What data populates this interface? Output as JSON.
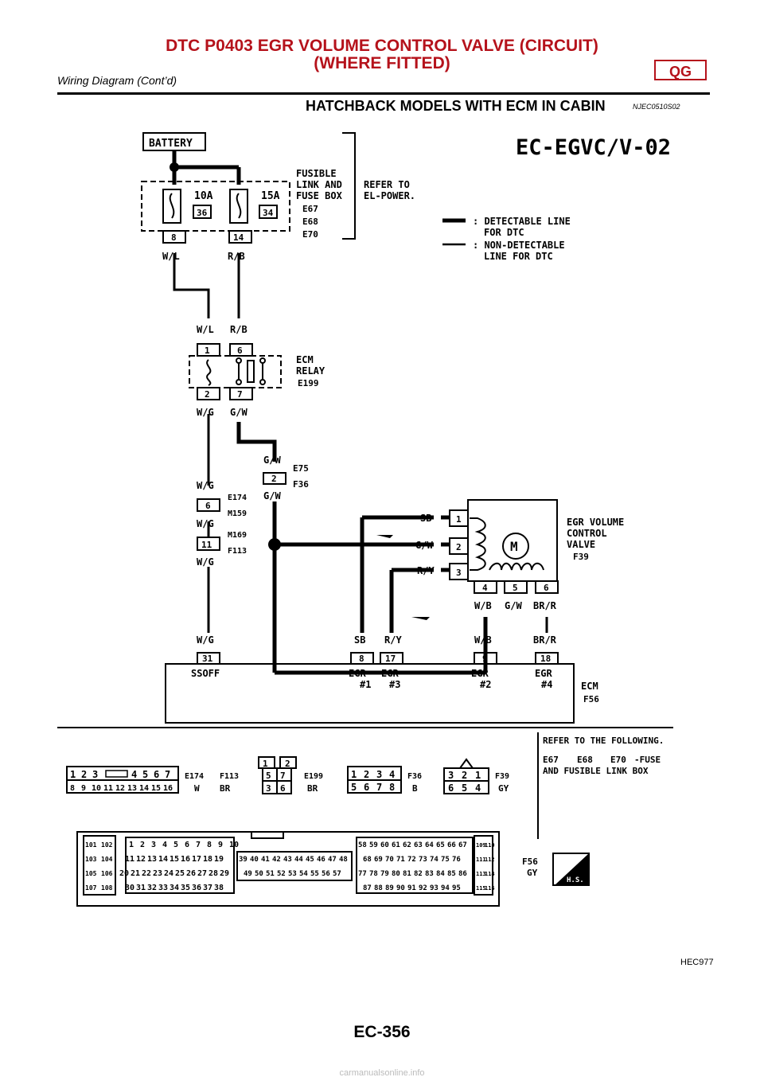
{
  "header": {
    "title_line1": "DTC P0403 EGR VOLUME CONTROL VALVE (CIRCUIT)",
    "title_line2": "(WHERE FITTED)",
    "subtitle": "Wiring Diagram (Cont’d)",
    "badge": "QG"
  },
  "section": {
    "title": "HATCHBACK MODELS WITH ECM IN CABIN",
    "code": "NJEC0510S02"
  },
  "diagram": {
    "code": "EC-EGVC/V-02",
    "battery": "BATTERY",
    "fuse_box_label": [
      "FUSIBLE",
      "LINK AND",
      "FUSE BOX"
    ],
    "fuse_a": "10A",
    "fuse_a_no": "36",
    "fuse_b": "15A",
    "fuse_b_no": "34",
    "fuse_box_conns": [
      "E67",
      "E68",
      "E70"
    ],
    "fuse_pin_a": "8",
    "fuse_pin_b": "14",
    "refer_to": [
      "REFER TO",
      "EL-POWER."
    ],
    "legend_detectable": [
      ": DETECTABLE LINE",
      "FOR DTC"
    ],
    "legend_non_detectable": [
      ": NON-DETECTABLE",
      "LINE FOR DTC"
    ],
    "wire_wl": "W/L",
    "wire_rb": "R/B",
    "wire_wg": "W/G",
    "wire_gw": "G/W",
    "wire_sb": "SB",
    "wire_ry": "R/Y",
    "wire_wb": "W/B",
    "wire_brr": "BR/R",
    "relay_label": [
      "ECM",
      "RELAY"
    ],
    "relay_conn": "E199",
    "relay_pins": [
      "1",
      "6",
      "2",
      "7"
    ],
    "joint_pin": "2",
    "joint_conns": [
      "E75",
      "F36"
    ],
    "wg_pin_a": "6",
    "wg_pin_b": "11",
    "wg_conns": [
      "E174",
      "M159",
      "M169",
      "F113"
    ],
    "valve_label": [
      "EGR VOLUME",
      "CONTROL",
      "VALVE"
    ],
    "valve_conn": "F39",
    "valve_pins": [
      "1",
      "2",
      "3",
      "4",
      "5",
      "6"
    ],
    "motor": "M",
    "ecm_pins": [
      "31",
      "8",
      "17",
      "9",
      "18"
    ],
    "ecm_terms": [
      "SSOFF",
      "EGR",
      "#1",
      "EGR",
      "#3",
      "EGR",
      "#2",
      "EGR",
      "#4"
    ],
    "ecm_label": "ECM",
    "ecm_conn": "F56",
    "refer_following": "REFER TO THE FOLLOWING.",
    "fuse_ref_conns": [
      "E67",
      "E68",
      "E70"
    ],
    "fuse_ref_suffix": "-FUSE",
    "fuse_ref_line2": "AND FUSIBLE LINK BOX",
    "conn_e174_row1": [
      "1",
      "2",
      "3",
      "",
      "4",
      "5",
      "6",
      "7"
    ],
    "conn_e174_row2": [
      "8",
      "9",
      "10",
      "11",
      "12",
      "13",
      "14",
      "15",
      "16"
    ],
    "conn_e174_ids": [
      "E174",
      "F113"
    ],
    "conn_e174_colors": [
      "W",
      "BR"
    ],
    "conn_e199_pins": [
      "1",
      "2",
      "5",
      "7",
      "3",
      "6"
    ],
    "conn_e199_id": "E199",
    "conn_e199_color": "BR",
    "conn_f36_pins": [
      "1",
      "2",
      "3",
      "4",
      "5",
      "6",
      "7",
      "8"
    ],
    "conn_f36_id": "F36",
    "conn_f36_color": "B",
    "conn_f39_pins": [
      "3",
      "2",
      "1",
      "6",
      "5",
      "4"
    ],
    "conn_f39_id": "F39",
    "conn_f39_color": "GY",
    "ecm_conn_color": "GY",
    "hs_mark": "H.S.",
    "figure_id": "HEC977"
  },
  "footer": {
    "page": "EC-356",
    "site": "carmanualsonline.info"
  }
}
